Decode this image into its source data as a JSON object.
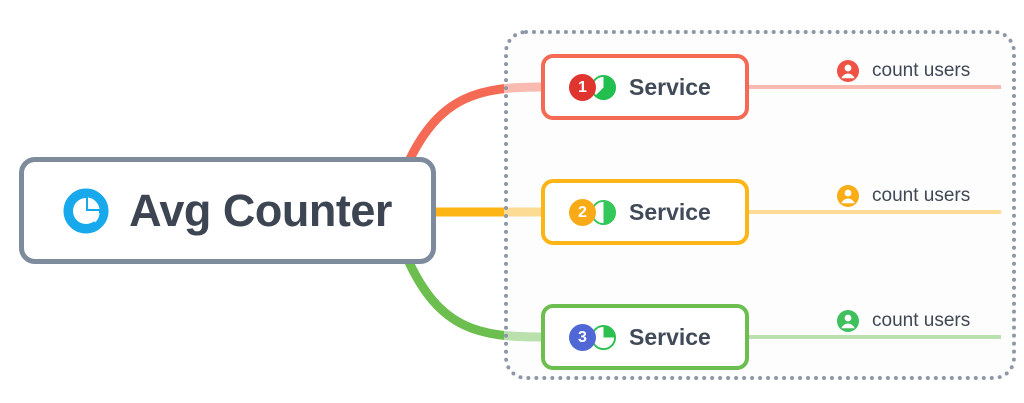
{
  "diagram": {
    "type": "mindmap",
    "root": {
      "label": "Avg Counter",
      "icon": "pie-chart-icon",
      "icon_color": "#18a9ec",
      "border_color": "#7e8b9c",
      "text_color": "#3d4552"
    },
    "group": {
      "border_style": "dotted",
      "border_color": "#8d97a8"
    },
    "branches": [
      {
        "index": "1",
        "label": "Service",
        "color": "#f46a55",
        "badge_color": "#e0342f",
        "badge_text": "1",
        "pie_icon": "pie-chart-icon",
        "pie_color": "#22bf4f",
        "pie_fill_pct": 72,
        "leaf": {
          "label": "count users",
          "icon": "user-icon",
          "icon_color": "#ef5145",
          "line_color": "#f46a55"
        }
      },
      {
        "index": "2",
        "label": "Service",
        "color": "#fdb515",
        "badge_color": "#f9ab17",
        "badge_text": "2",
        "pie_icon": "pie-chart-icon",
        "pie_color": "#34c759",
        "pie_fill_pct": 50,
        "leaf": {
          "label": "count users",
          "icon": "user-icon",
          "icon_color": "#fbad18",
          "line_color": "#fdb515"
        }
      },
      {
        "index": "3",
        "label": "Service",
        "color": "#6cbe4f",
        "badge_color": "#5068d6",
        "badge_text": "3",
        "pie_icon": "pie-chart-icon",
        "pie_color": "#2cc04f",
        "pie_fill_pct": 25,
        "leaf": {
          "label": "count users",
          "icon": "user-icon",
          "icon_color": "#3fc05c",
          "line_color": "#6cbe4f"
        }
      }
    ]
  }
}
